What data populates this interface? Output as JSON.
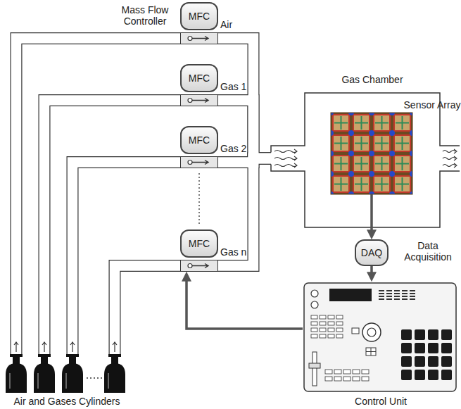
{
  "diagram": {
    "nodes": [
      {
        "text": [
          "MFC"
        ]
      },
      {
        "text": [
          "MFC"
        ]
      },
      {
        "text": [
          "MFC"
        ]
      },
      {
        "text": [
          "MFC"
        ]
      },
      {
        "text": [
          "Gas Chamber"
        ]
      },
      {
        "text": [
          "Sensor Array"
        ],
        "in": 4
      },
      {
        "text": [
          "DAQ"
        ]
      },
      {
        "text": [
          "Control Unit"
        ]
      }
    ],
    "edges": [
      {
        "from": 0,
        "to": 4,
        "arrow": "none"
      },
      {
        "from": 1,
        "to": 4,
        "arrow": "none"
      },
      {
        "from": 2,
        "to": 4,
        "arrow": "none"
      },
      {
        "from": 3,
        "to": 4,
        "arrow": "none"
      },
      {
        "from": 5,
        "to": 6,
        "arrow": "to"
      },
      {
        "from": 6,
        "to": 7,
        "arrow": "to"
      },
      {
        "from": 7,
        "to": 3,
        "arrow": "to"
      }
    ],
    "labels": [
      "Mass Flow Controller",
      "Air",
      "Gas 1",
      "Gas 2",
      "Gas n",
      "Data Acquisition",
      "Air and Gases Cylinders"
    ]
  }
}
